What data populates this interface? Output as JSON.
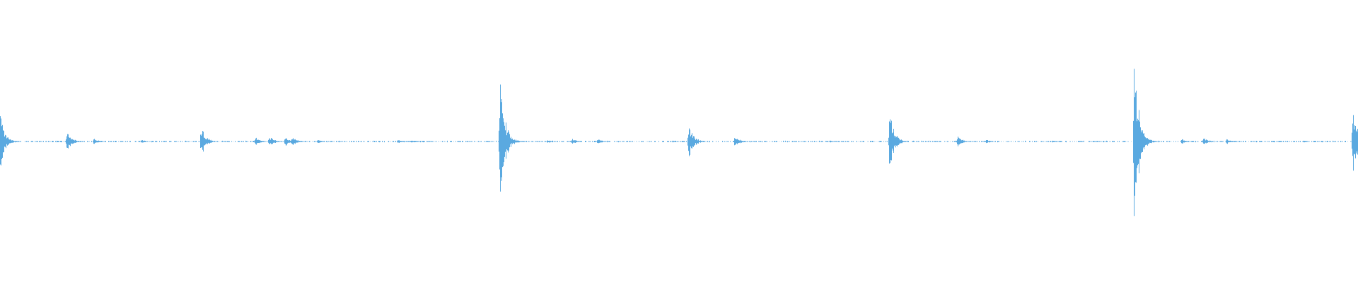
{
  "waveform": {
    "color": "#5aa9e0",
    "amplitude_max": 1.0,
    "baseline_amplitude": 0.006,
    "transients": [
      {
        "t": 0.0,
        "amp": 0.3
      },
      {
        "t": 0.049,
        "amp": 0.12
      },
      {
        "t": 0.069,
        "amp": 0.03
      },
      {
        "t": 0.104,
        "amp": 0.02
      },
      {
        "t": 0.148,
        "amp": 0.17
      },
      {
        "t": 0.188,
        "amp": 0.05
      },
      {
        "t": 0.198,
        "amp": 0.06
      },
      {
        "t": 0.21,
        "amp": 0.05
      },
      {
        "t": 0.215,
        "amp": 0.05
      },
      {
        "t": 0.234,
        "amp": 0.02
      },
      {
        "t": 0.293,
        "amp": 0.02
      },
      {
        "t": 0.303,
        "amp": 0.015
      },
      {
        "t": 0.368,
        "amp": 0.78
      },
      {
        "t": 0.403,
        "amp": 0.02
      },
      {
        "t": 0.421,
        "amp": 0.03
      },
      {
        "t": 0.44,
        "amp": 0.03
      },
      {
        "t": 0.495,
        "amp": 0.01
      },
      {
        "t": 0.507,
        "amp": 0.2
      },
      {
        "t": 0.541,
        "amp": 0.07
      },
      {
        "t": 0.611,
        "amp": 0.01
      },
      {
        "t": 0.655,
        "amp": 0.32
      },
      {
        "t": 0.688,
        "amp": 0.01
      },
      {
        "t": 0.705,
        "amp": 0.06
      },
      {
        "t": 0.726,
        "amp": 0.02
      },
      {
        "t": 0.775,
        "amp": 0.01
      },
      {
        "t": 0.835,
        "amp": 1.0
      },
      {
        "t": 0.87,
        "amp": 0.03
      },
      {
        "t": 0.886,
        "amp": 0.04
      },
      {
        "t": 0.903,
        "amp": 0.03
      },
      {
        "t": 0.96,
        "amp": 0.01
      },
      {
        "t": 0.996,
        "amp": 0.38
      }
    ]
  }
}
